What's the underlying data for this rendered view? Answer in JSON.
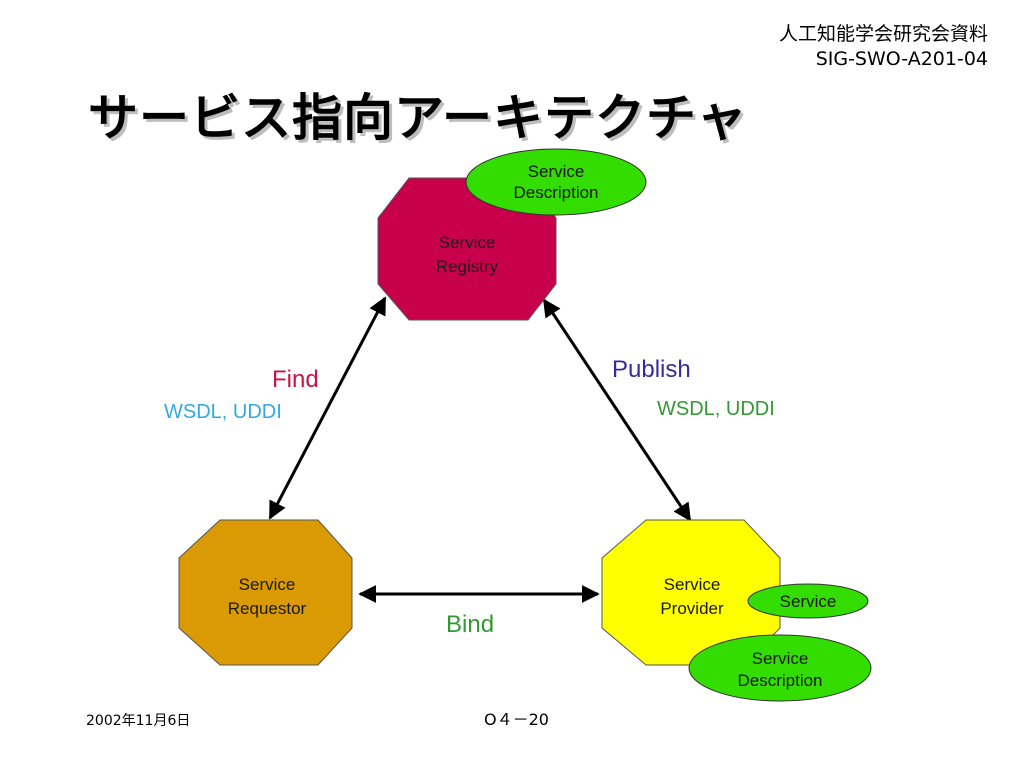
{
  "header": {
    "org_line1": "人工知能学会研究会資料",
    "org_line2": "SIG-SWO-A201-04"
  },
  "title": "サービス指向アーキテクチャ",
  "nodes": {
    "registry": {
      "line1": "Service",
      "line2": "Registry",
      "color": "#c8004b"
    },
    "requestor": {
      "line1": "Service",
      "line2": "Requestor",
      "color": "#d99a04"
    },
    "provider": {
      "line1": "Service",
      "line2": "Provider",
      "color": "#ffff00"
    }
  },
  "bubbles": {
    "registry_desc": {
      "line1": "Service",
      "line2": "Description"
    },
    "provider_service": {
      "label": "Service"
    },
    "provider_desc": {
      "line1": "Service",
      "line2": "Description"
    },
    "color": "#33dd00"
  },
  "edges": {
    "find": {
      "label": "Find",
      "sub": "WSDL, UDDI",
      "label_color": "#cc1144",
      "sub_color": "#33aadd"
    },
    "publish": {
      "label": "Publish",
      "sub": "WSDL, UDDI",
      "label_color": "#3a2a99",
      "sub_color": "#339933"
    },
    "bind": {
      "label": "Bind",
      "label_color": "#339933"
    }
  },
  "footer": {
    "date": "2002年11月6日",
    "page": "O４－20"
  }
}
